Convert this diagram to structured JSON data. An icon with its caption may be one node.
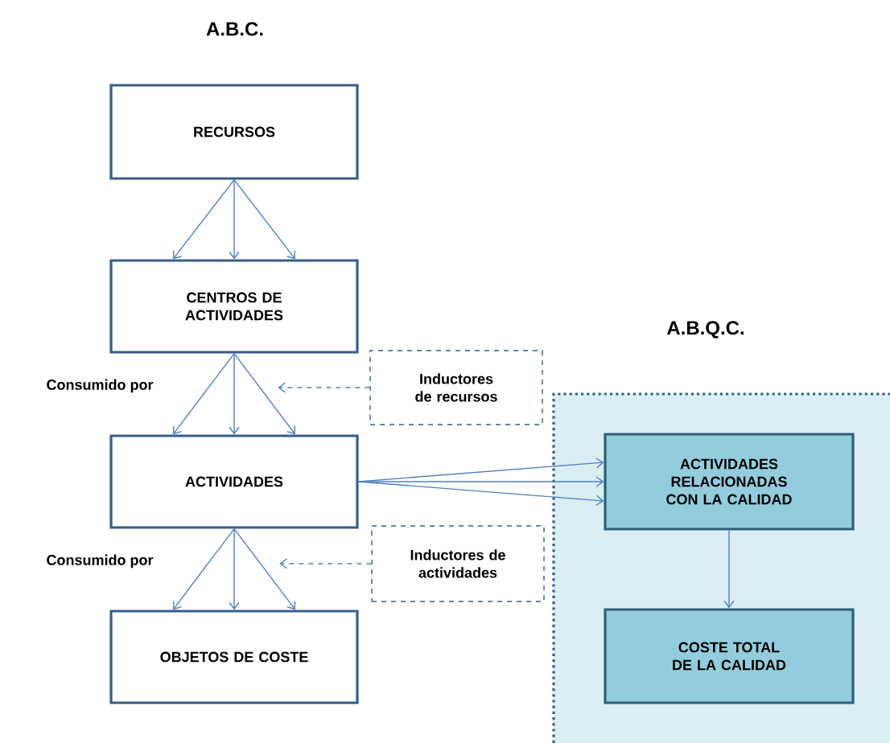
{
  "diagram": {
    "title": "A.B.C.",
    "nodes": [
      {
        "text": [
          "RECURSOS"
        ]
      },
      {
        "text": [
          "CENTROS DE ACTIVIDADES"
        ]
      },
      {
        "text": [
          "Inductores de recursos"
        ]
      },
      {
        "text": [
          "ACTIVIDADES"
        ]
      },
      {
        "text": [
          "Inductores de actividades"
        ]
      },
      {
        "text": [
          "OBJETOS DE COSTE"
        ]
      },
      {
        "text": [
          "A.B.Q.C."
        ]
      },
      {
        "text": [
          "ACTIVIDADES RELACIONADAS CON LA CALIDAD"
        ],
        "in": 6
      },
      {
        "text": [
          "COSTE TOTAL DE LA CALIDAD"
        ],
        "in": 6
      }
    ],
    "edges": [
      {
        "from": 0,
        "to": 1,
        "arrow": "to"
      },
      {
        "from": 0,
        "to": 1,
        "arrow": "to"
      },
      {
        "from": 0,
        "to": 1,
        "arrow": "to"
      },
      {
        "from": 1,
        "to": 3,
        "arrow": "to"
      },
      {
        "from": 1,
        "to": 3,
        "arrow": "to"
      },
      {
        "from": 1,
        "to": 3,
        "arrow": "to"
      },
      {
        "from": 2,
        "to": null,
        "arrow": "to",
        "style": "dashed"
      },
      {
        "from": 3,
        "to": 5,
        "arrow": "to"
      },
      {
        "from": 3,
        "to": 5,
        "arrow": "to"
      },
      {
        "from": 3,
        "to": 5,
        "arrow": "to"
      },
      {
        "from": 4,
        "to": null,
        "arrow": "to",
        "style": "dashed"
      },
      {
        "from": 3,
        "to": 7,
        "arrow": "to"
      },
      {
        "from": 3,
        "to": 7,
        "arrow": "to"
      },
      {
        "from": 3,
        "to": 7,
        "arrow": "to"
      },
      {
        "from": 7,
        "to": 8,
        "arrow": "to"
      }
    ],
    "labels": [
      "Consumido por",
      "Consumido por"
    ]
  }
}
